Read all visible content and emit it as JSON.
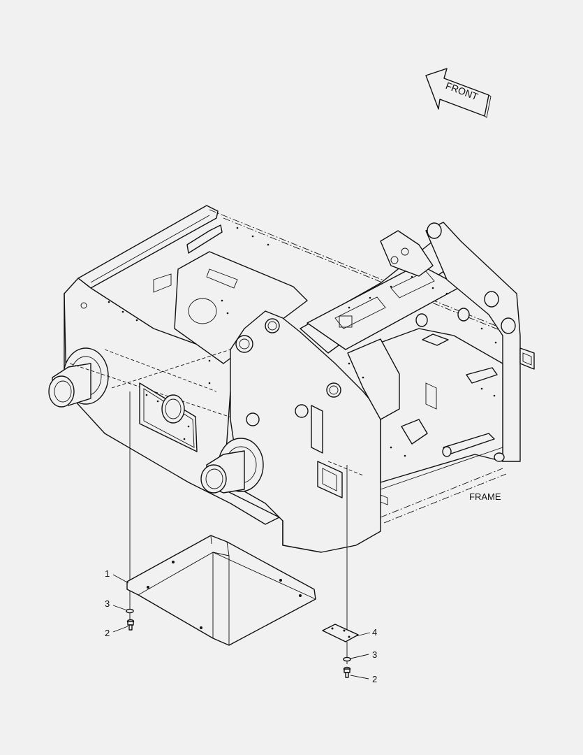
{
  "front_badge": {
    "text": "FRONT"
  },
  "assembly_label": "FRAME",
  "callouts": [
    {
      "id": "callout-1",
      "text": "1"
    },
    {
      "id": "callout-3a",
      "text": "3"
    },
    {
      "id": "callout-2a",
      "text": "2"
    },
    {
      "id": "callout-4",
      "text": "4"
    },
    {
      "id": "callout-3b",
      "text": "3"
    },
    {
      "id": "callout-2b",
      "text": "2"
    }
  ]
}
